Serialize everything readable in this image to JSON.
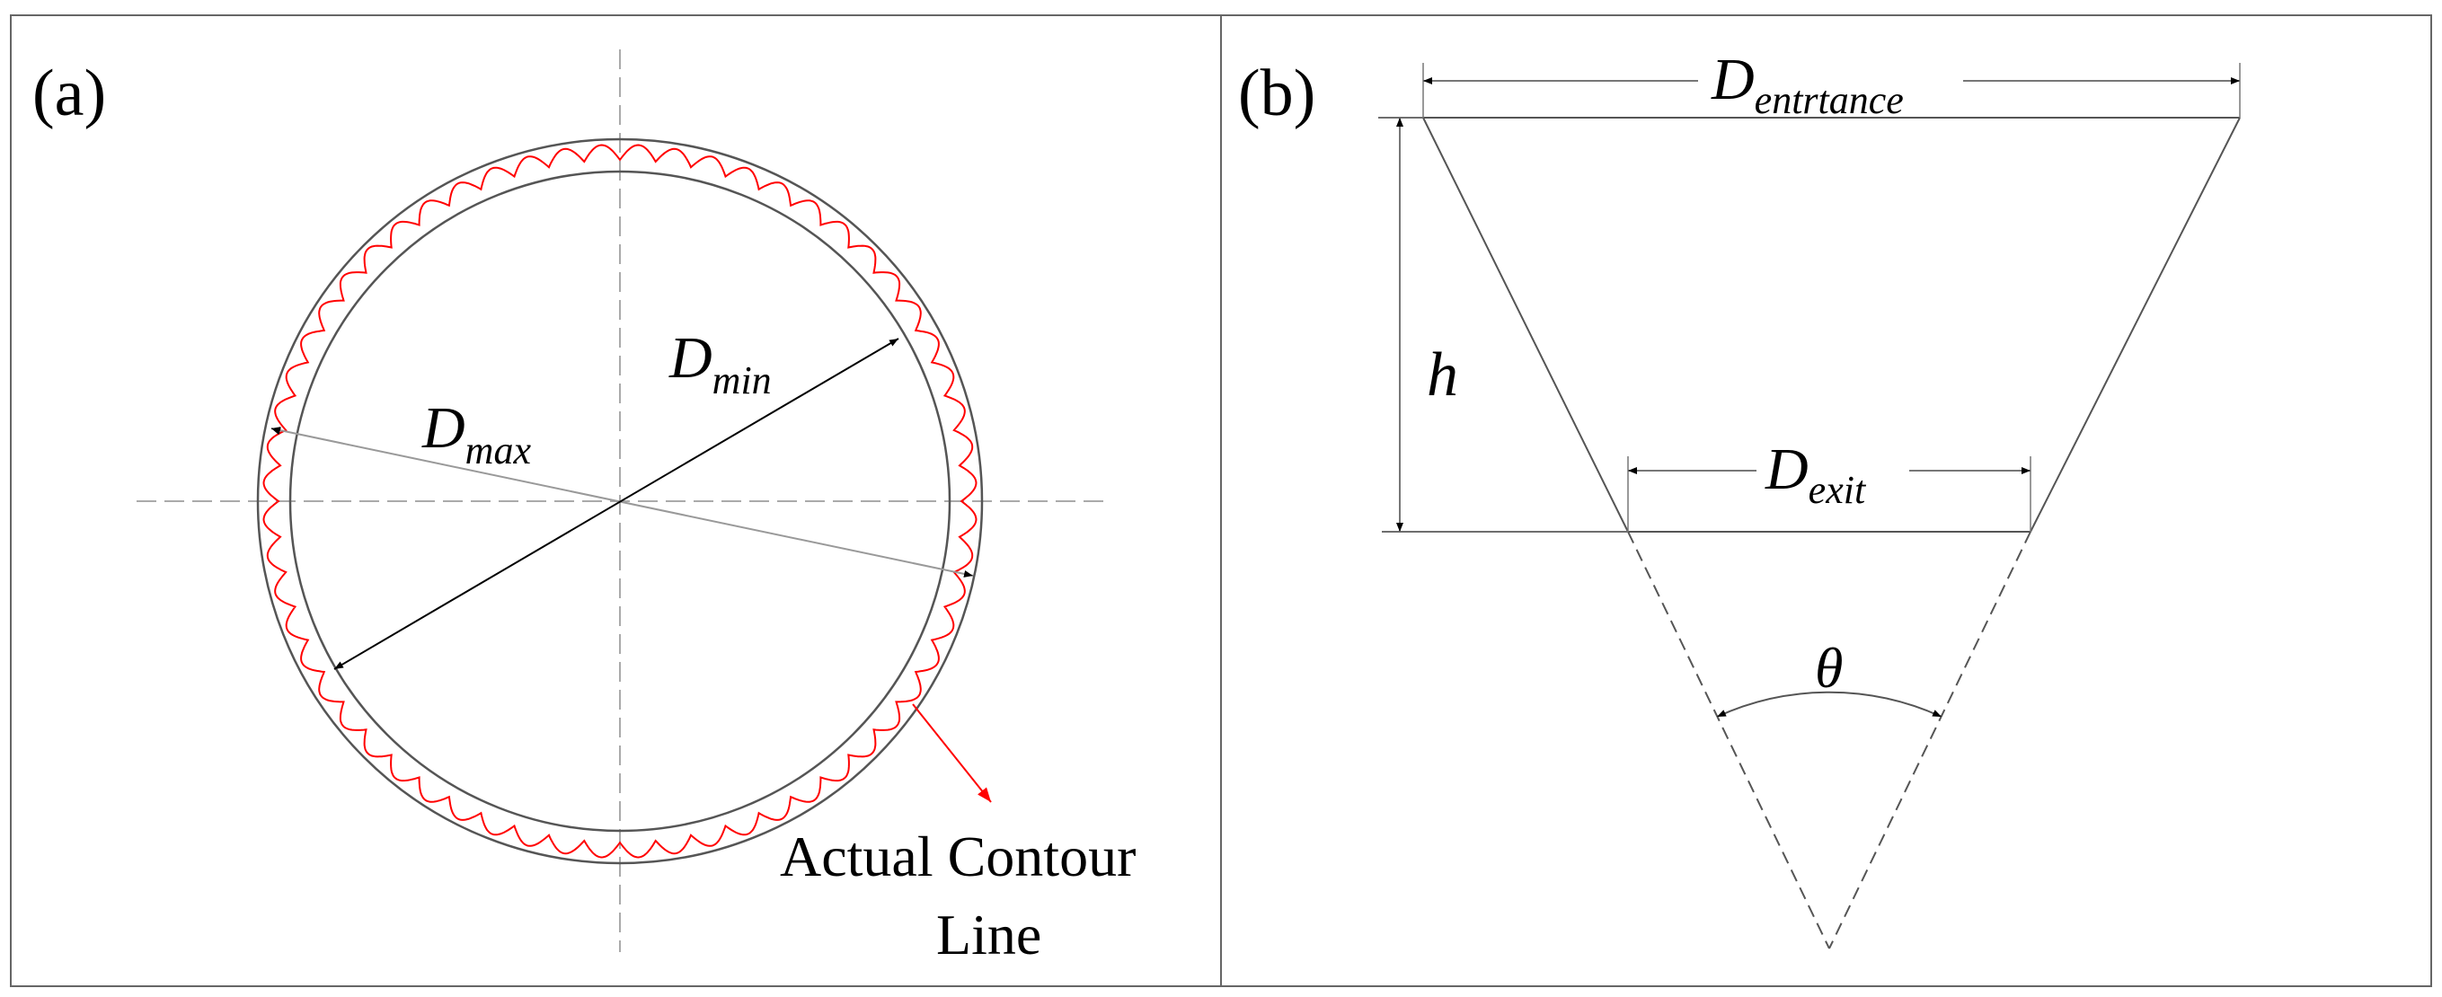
{
  "panel_a": {
    "tag": "(a)",
    "dmin_main": "D",
    "dmin_sub": "min",
    "dmax_main": "D",
    "dmax_sub": "max",
    "contour_line1": "Actual Contour",
    "contour_line2": "Line"
  },
  "panel_b": {
    "tag": "(b)",
    "dentr_main": "D",
    "dentr_sub": "entrtance",
    "dexit_main": "D",
    "dexit_sub": "exit",
    "h_label": "h",
    "theta_label": "θ"
  },
  "colors": {
    "contour": "#ff0000",
    "line": "#000000",
    "centerline": "#aaaaaa"
  }
}
